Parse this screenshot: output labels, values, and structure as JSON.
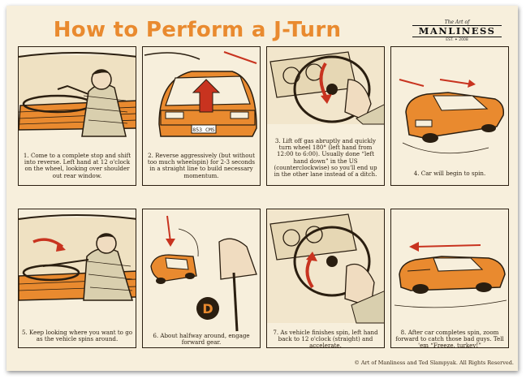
{
  "title": "How to Perform a J-Turn",
  "logo": {
    "top": "The Art of",
    "main": "MANLINESS",
    "est": "EST. ✦ 2008"
  },
  "colors": {
    "accent_orange": "#e98a2f",
    "ink": "#2a1e10",
    "paper": "#f7efdc",
    "arrow_red": "#c8331f"
  },
  "steps": [
    {
      "caption": "1. Come to a complete stop and shift into reverse. Left hand at 12 o'clock on the wheel, looking over shoulder out rear window."
    },
    {
      "caption": "2. Reverse aggressively (but without too much wheelspin) for 2-3 seconds in a straight line to build necessary momentum.",
      "plate": "853 CMS"
    },
    {
      "caption": "3. Lift off gas abruptly and quickly turn wheel 180° (left hand from 12:00 to 6:00). Usually done “left hand down” in the US (counterclockwise) so you'll end up in the other lane instead of a ditch."
    },
    {
      "caption": "4. Car will begin to spin."
    },
    {
      "caption": "5. Keep looking where you want to go as the vehicle spins around."
    },
    {
      "caption": "6. About halfway around, engage forward gear.",
      "gear": "D"
    },
    {
      "caption": "7. As vehicle finishes spin, left hand back to 12 o'clock (straight) and accelerate."
    },
    {
      "caption": "8. After car completes spin, zoom forward to catch those bad guys. Tell 'em “Freeze, turkey!”"
    }
  ],
  "copyright": "© Art of Manliness and Ted Slampyak. All Rights Reserved."
}
